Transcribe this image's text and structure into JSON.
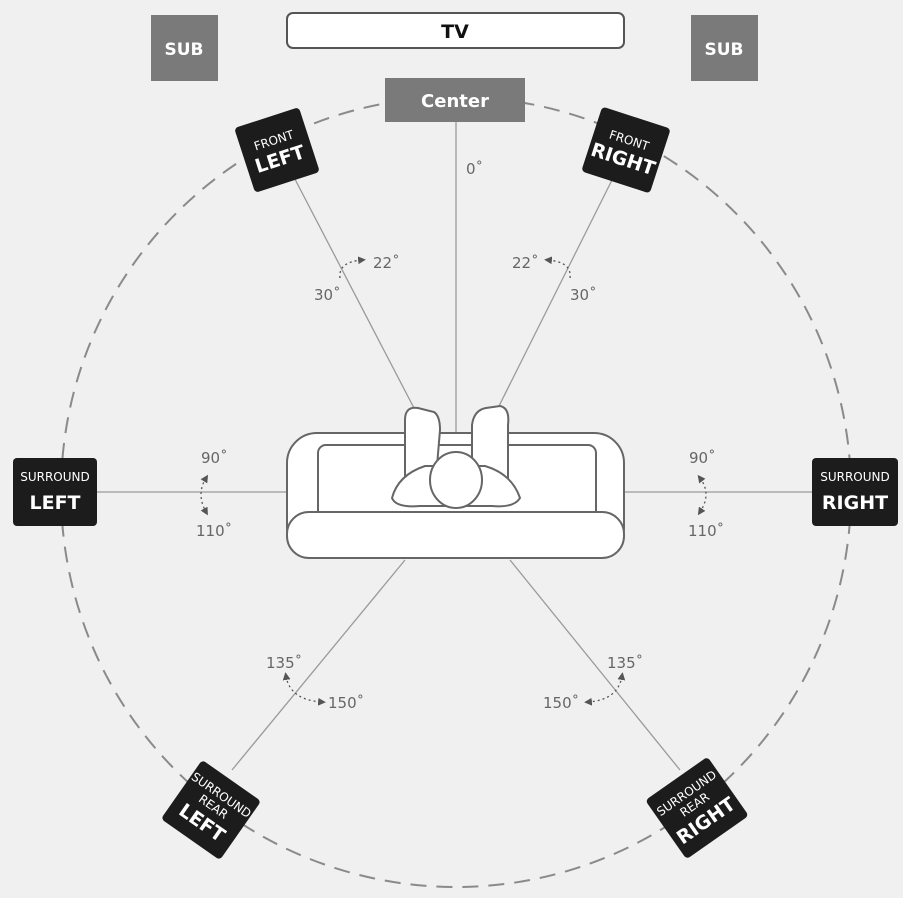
{
  "tv": "TV",
  "sub_left": "SUB",
  "sub_right": "SUB",
  "center": "Center",
  "front_left": {
    "line1": "FRONT",
    "line2": "LEFT"
  },
  "front_right": {
    "line1": "FRONT",
    "line2": "RIGHT"
  },
  "surround_left": {
    "line1": "SURROUND",
    "line2": "LEFT"
  },
  "surround_right": {
    "line1": "SURROUND",
    "line2": "RIGHT"
  },
  "rear_left": {
    "line1": "SURROUND",
    "line2": "REAR",
    "line3": "LEFT"
  },
  "rear_right": {
    "line1": "SURROUND",
    "line2": "REAR",
    "line3": "RIGHT"
  },
  "angles": {
    "center": "0˚",
    "front_left_a": "22˚",
    "front_left_b": "30˚",
    "front_right_a": "22˚",
    "front_right_b": "30˚",
    "side_left_a": "90˚",
    "side_left_b": "110˚",
    "side_right_a": "90˚",
    "side_right_b": "110˚",
    "rear_left_a": "135˚",
    "rear_left_b": "150˚",
    "rear_right_a": "135˚",
    "rear_right_b": "150˚"
  },
  "colors": {
    "speaker": "#1c1c1c",
    "sub": "#7a7a7a",
    "background": "#f0f0f0",
    "line": "#999999"
  }
}
